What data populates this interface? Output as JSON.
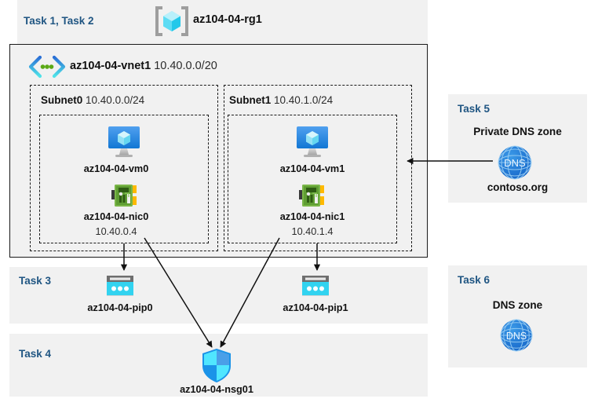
{
  "diagram": {
    "resource_group": {
      "task_label": "Task 1, Task 2",
      "name": "az104-04-rg1",
      "icon": "resource-group-icon"
    },
    "vnet": {
      "name": "az104-04-vnet1",
      "cidr": "10.40.0.0/20",
      "icon": "virtual-network-icon"
    },
    "subnets": [
      {
        "name": "Subnet0",
        "cidr": "10.40.0.0/24",
        "vm": {
          "name": "az104-04-vm0",
          "icon": "virtual-machine-icon"
        },
        "nic": {
          "name": "az104-04-nic0",
          "ip": "10.40.0.4",
          "icon": "network-interface-icon"
        }
      },
      {
        "name": "Subnet1",
        "cidr": "10.40.1.0/24",
        "vm": {
          "name": "az104-04-vm1",
          "icon": "virtual-machine-icon"
        },
        "nic": {
          "name": "az104-04-nic1",
          "ip": "10.40.1.4",
          "icon": "network-interface-icon"
        }
      }
    ],
    "public_ips": {
      "task_label": "Task 3",
      "items": [
        {
          "name": "az104-04-pip0",
          "icon": "public-ip-address-icon"
        },
        {
          "name": "az104-04-pip1",
          "icon": "public-ip-address-icon"
        }
      ]
    },
    "nsg": {
      "task_label": "Task 4",
      "name": "az104-04-nsg01",
      "icon": "network-security-group-icon"
    },
    "private_dns": {
      "task_label": "Task 5",
      "heading": "Private DNS zone",
      "name": "contoso.org",
      "icon": "dns-zone-icon",
      "icon_text": "DNS"
    },
    "public_dns": {
      "task_label": "Task 6",
      "heading": "DNS zone",
      "icon": "dns-zone-icon",
      "icon_text": "DNS"
    },
    "colors": {
      "panel_bg": "#f1f1f1",
      "task_text": "#1f5582",
      "accent_cyan": "#32d3f0",
      "accent_blue": "#1b93e8",
      "nic_green": "#6cb33f",
      "nic_amber": "#ffb900",
      "line": "#1a1a1a"
    }
  }
}
